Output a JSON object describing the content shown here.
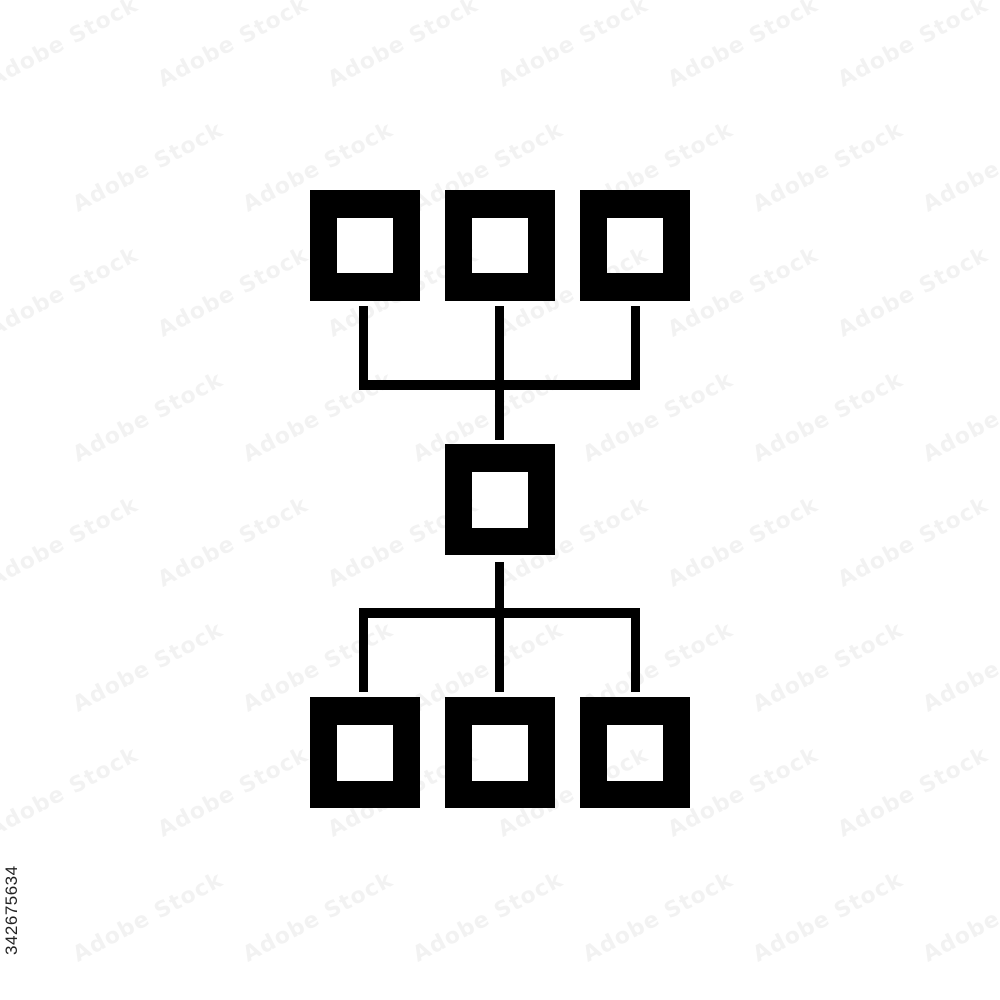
{
  "image": {
    "background": "#ffffff",
    "foreground": "#000000",
    "icon_name": "hierarchy-network-icon",
    "top_node_count": 3,
    "middle_node_count": 1,
    "bottom_node_count": 3
  },
  "watermark": {
    "text": "Adobe Stock"
  },
  "stock_id": "342675634"
}
